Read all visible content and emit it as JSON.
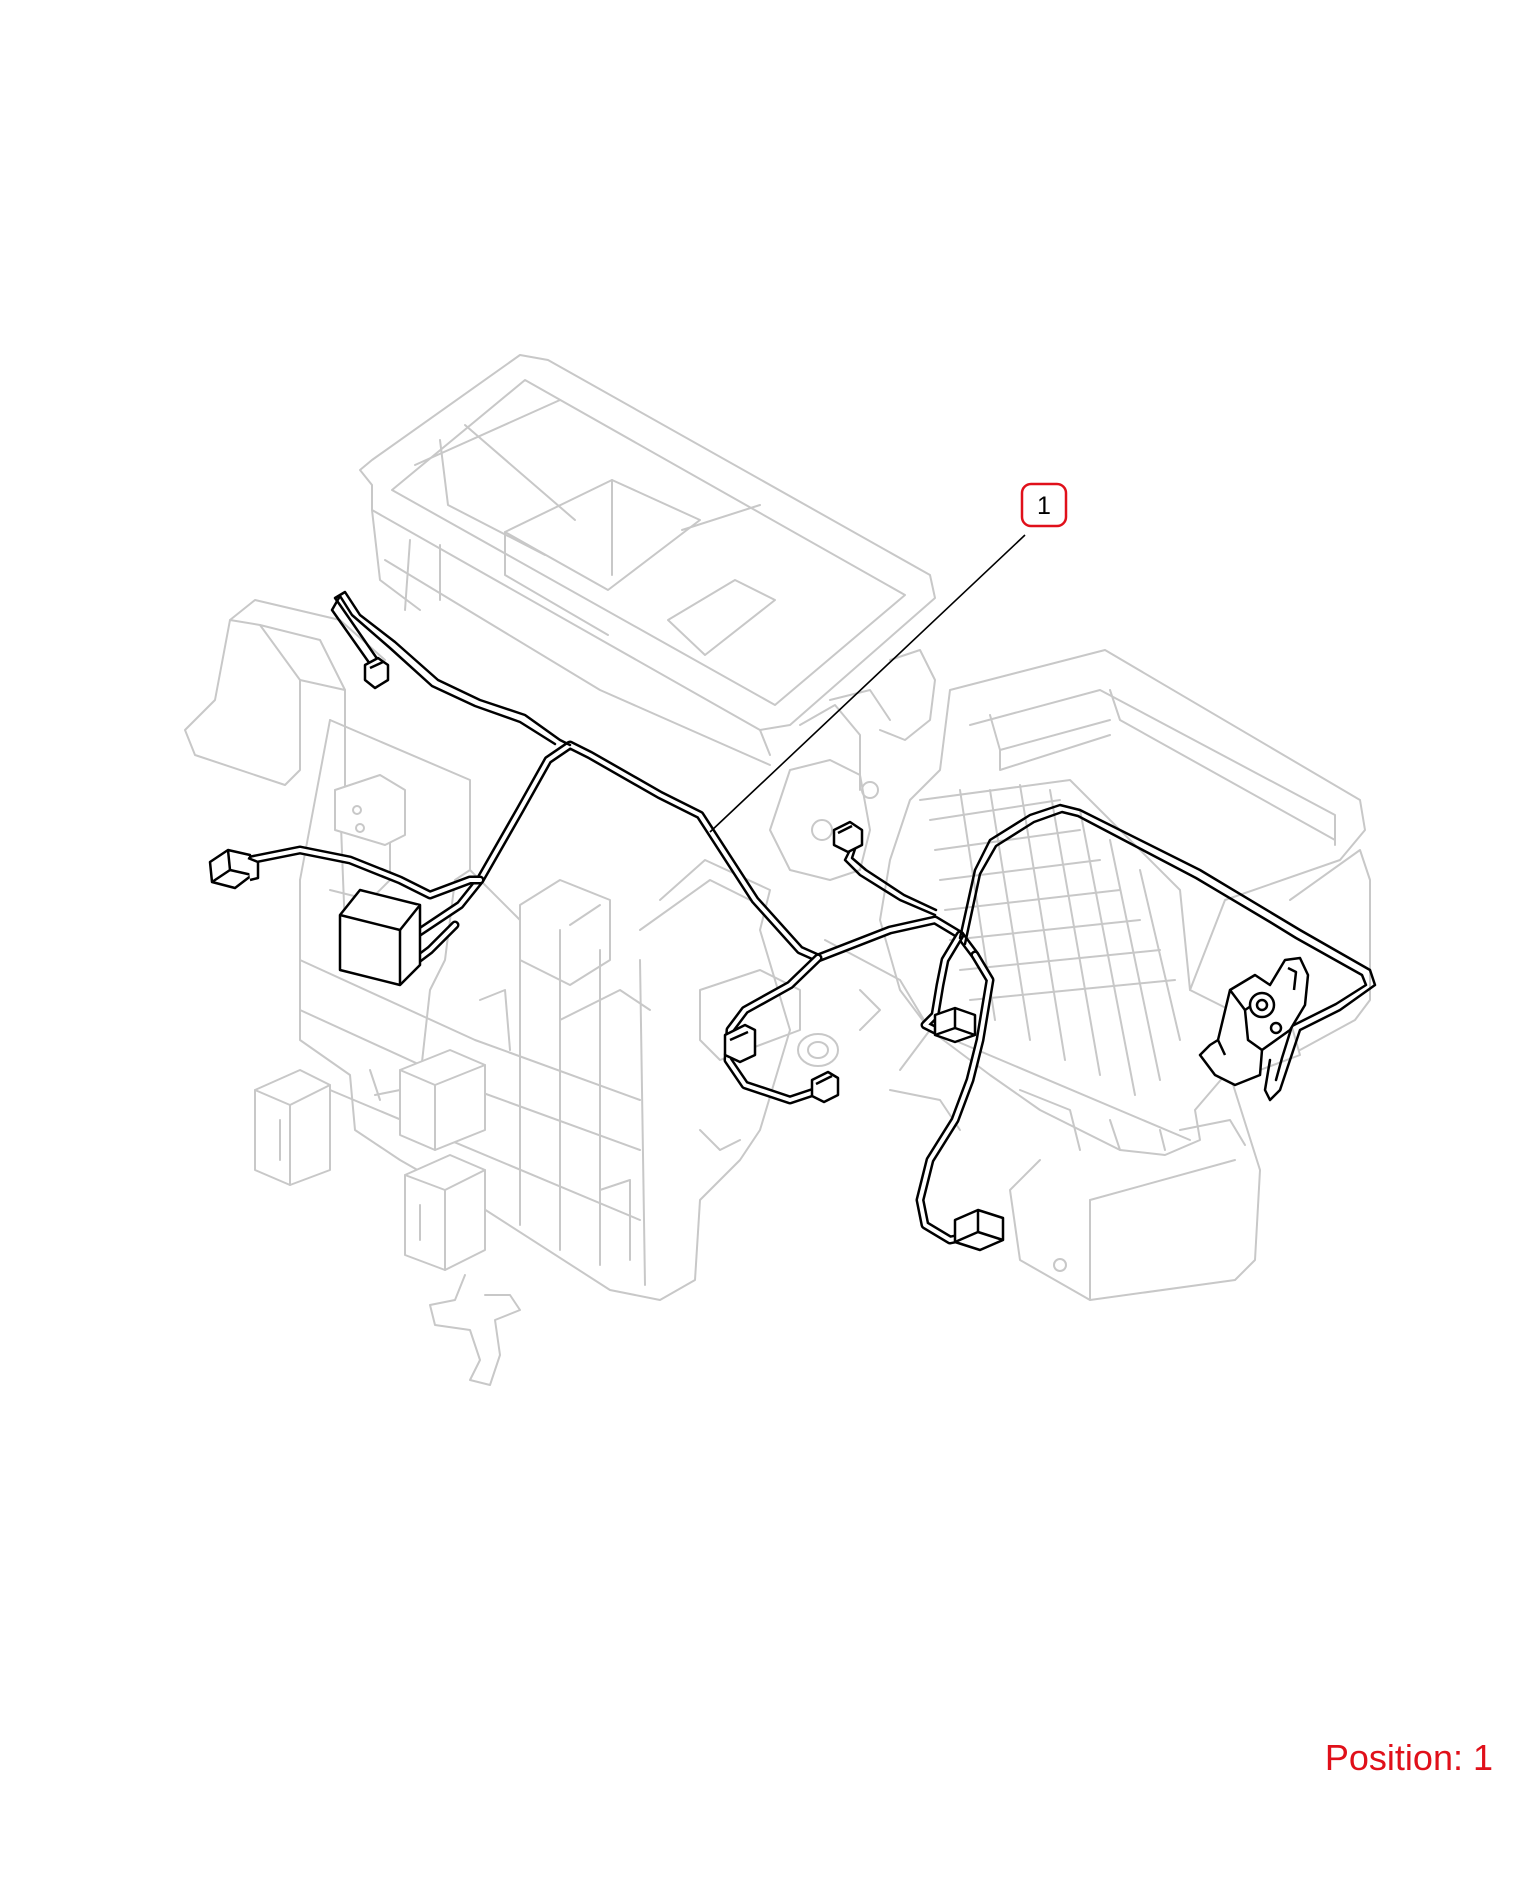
{
  "callouts": [
    {
      "number": "1"
    }
  ],
  "position_label": "Position: 1",
  "colors": {
    "callout_border": "#e0101a",
    "position_text": "#e0101a",
    "background_parts": "#c8c8c8",
    "harness": "#000000"
  },
  "icons": [
    "callout-marker",
    "wiring-harness",
    "hvac-unit-outline"
  ]
}
